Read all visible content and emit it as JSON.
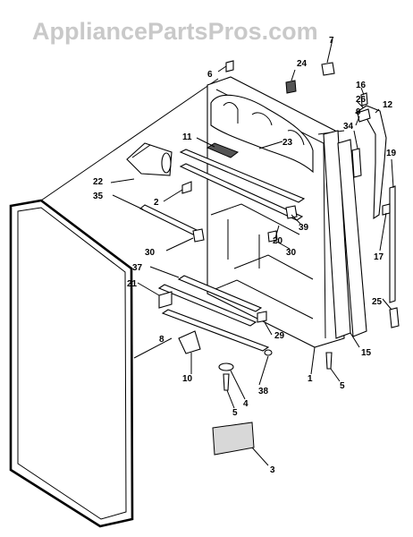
{
  "watermark": "AppliancePartsPros.com",
  "callouts": {
    "c1": "1",
    "c2": "2",
    "c3": "3",
    "c4": "4",
    "c5a": "5",
    "c5b": "5",
    "c6": "6",
    "c7": "7",
    "c8": "8",
    "c9": "9",
    "c10": "10",
    "c11": "11",
    "c12": "12",
    "c15": "15",
    "c16": "16",
    "c17": "17",
    "c19": "19",
    "c20": "20",
    "c21": "21",
    "c22": "22",
    "c23": "23",
    "c24": "24",
    "c25": "25",
    "c26": "26",
    "c29": "29",
    "c30a": "30",
    "c30b": "30",
    "c34": "34",
    "c35": "35",
    "c37": "37",
    "c38": "38",
    "c39": "39"
  }
}
